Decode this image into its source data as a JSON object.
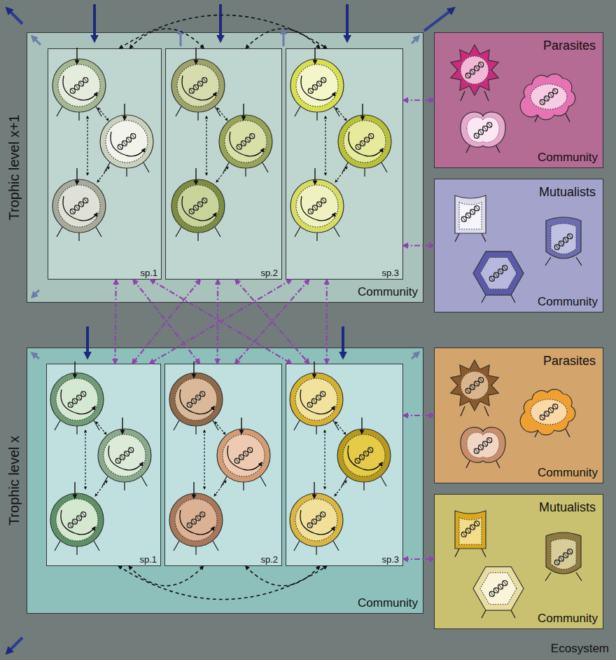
{
  "diagram": {
    "nodes": [
      {
        "text": [
          "Ecosystem"
        ]
      },
      {
        "text": [
          "Trophic level x+1",
          "Community"
        ],
        "in": 0
      },
      {
        "text": [
          "sp.1"
        ],
        "in": 1
      },
      {
        "text": [
          "sp.2"
        ],
        "in": 1
      },
      {
        "text": [
          "sp.3"
        ],
        "in": 1
      },
      {
        "text": [
          "Parasites",
          "Community"
        ],
        "in": 0
      },
      {
        "text": [
          "Mutualists",
          "Community"
        ],
        "in": 0
      },
      {
        "text": [
          "Trophic level x",
          "Community"
        ],
        "in": 0
      },
      {
        "text": [
          "sp.1"
        ],
        "in": 7
      },
      {
        "text": [
          "sp.2"
        ],
        "in": 7
      },
      {
        "text": [
          "sp.3"
        ],
        "in": 7
      },
      {
        "text": [
          "Parasites",
          "Community"
        ],
        "in": 0
      },
      {
        "text": [
          "Mutualists",
          "Community"
        ],
        "in": 0
      }
    ],
    "edges": [
      {
        "from": 2,
        "to": 8,
        "arrow": "both"
      },
      {
        "from": 2,
        "to": 9,
        "arrow": "both"
      },
      {
        "from": 2,
        "to": 10,
        "arrow": "both"
      },
      {
        "from": 3,
        "to": 8,
        "arrow": "both"
      },
      {
        "from": 3,
        "to": 9,
        "arrow": "both"
      },
      {
        "from": 3,
        "to": 10,
        "arrow": "both"
      },
      {
        "from": 4,
        "to": 8,
        "arrow": "both"
      },
      {
        "from": 4,
        "to": 9,
        "arrow": "both"
      },
      {
        "from": 4,
        "to": 10,
        "arrow": "both"
      },
      {
        "from": 2,
        "to": 3,
        "arrow": "both"
      },
      {
        "from": 3,
        "to": 4,
        "arrow": "both"
      },
      {
        "from": 2,
        "to": 4,
        "arrow": "both"
      },
      {
        "from": 8,
        "to": 9,
        "arrow": "both"
      },
      {
        "from": 9,
        "to": 10,
        "arrow": "both"
      },
      {
        "from": 8,
        "to": 10,
        "arrow": "both"
      },
      {
        "from": 4,
        "to": 5,
        "arrow": "both"
      },
      {
        "from": 4,
        "to": 6,
        "arrow": "both"
      },
      {
        "from": 10,
        "to": 11,
        "arrow": "both"
      },
      {
        "from": 10,
        "to": 12,
        "arrow": "both"
      }
    ]
  }
}
